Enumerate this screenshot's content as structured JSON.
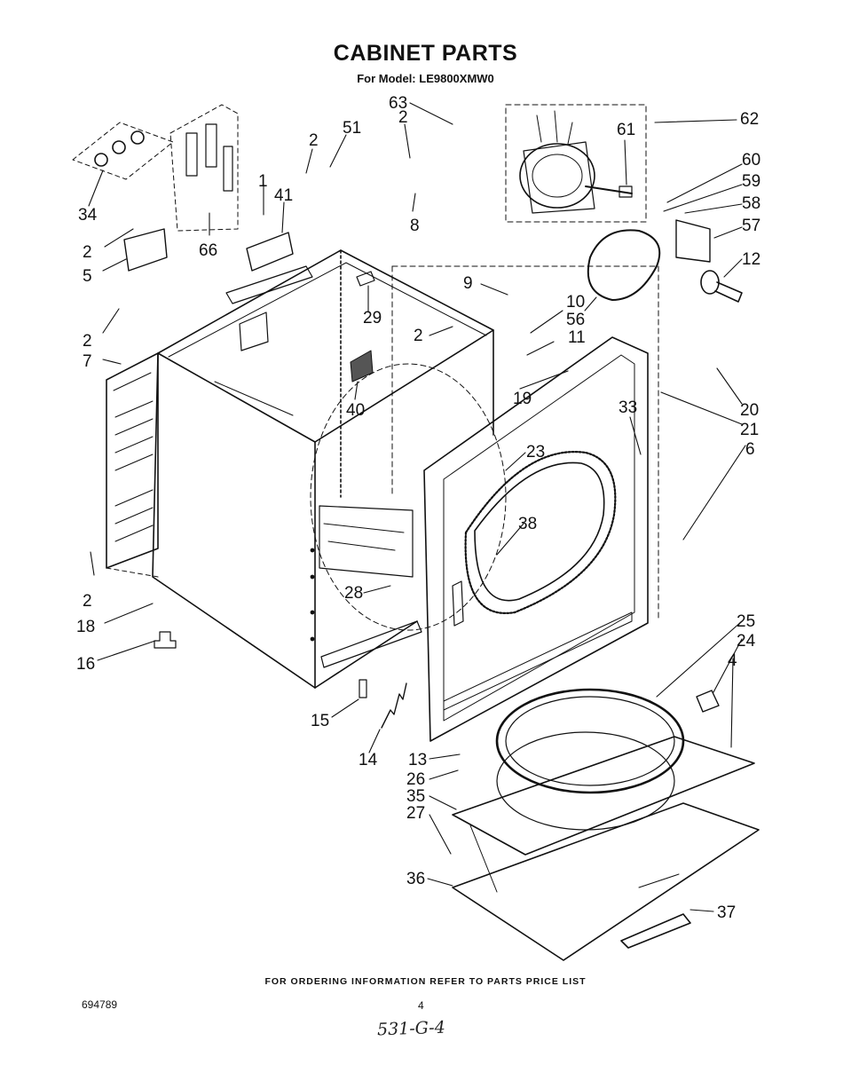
{
  "header": {
    "title": "CABINET PARTS",
    "subtitle": "For Model: LE9800XMW0"
  },
  "footer": {
    "ordering_note": "FOR ORDERING INFORMATION REFER TO PARTS PRICE LIST",
    "document_number": "694789",
    "page_number": "4",
    "handwritten_note": "531-G-4"
  },
  "callouts": [
    {
      "id": "c63",
      "label": "63"
    },
    {
      "id": "c2a",
      "label": "2"
    },
    {
      "id": "c61",
      "label": "61"
    },
    {
      "id": "c62",
      "label": "62"
    },
    {
      "id": "c2b",
      "label": "2"
    },
    {
      "id": "c51",
      "label": "51"
    },
    {
      "id": "c60",
      "label": "60"
    },
    {
      "id": "c59",
      "label": "59"
    },
    {
      "id": "c58",
      "label": "58"
    },
    {
      "id": "c57",
      "label": "57"
    },
    {
      "id": "c34",
      "label": "34"
    },
    {
      "id": "c1",
      "label": "1"
    },
    {
      "id": "c41",
      "label": "41"
    },
    {
      "id": "c8",
      "label": "8"
    },
    {
      "id": "c2c",
      "label": "2"
    },
    {
      "id": "c66",
      "label": "66"
    },
    {
      "id": "c12",
      "label": "12"
    },
    {
      "id": "c5",
      "label": "5"
    },
    {
      "id": "c9",
      "label": "9"
    },
    {
      "id": "c29",
      "label": "29"
    },
    {
      "id": "c10",
      "label": "10"
    },
    {
      "id": "c56",
      "label": "56"
    },
    {
      "id": "c2d",
      "label": "2"
    },
    {
      "id": "c2e",
      "label": "2"
    },
    {
      "id": "c11",
      "label": "11"
    },
    {
      "id": "c7",
      "label": "7"
    },
    {
      "id": "c19",
      "label": "19"
    },
    {
      "id": "c40",
      "label": "40"
    },
    {
      "id": "c20",
      "label": "20"
    },
    {
      "id": "c33",
      "label": "33"
    },
    {
      "id": "c21",
      "label": "21"
    },
    {
      "id": "c6",
      "label": "6"
    },
    {
      "id": "c23",
      "label": "23"
    },
    {
      "id": "c38",
      "label": "38"
    },
    {
      "id": "c2f",
      "label": "2"
    },
    {
      "id": "c28",
      "label": "28"
    },
    {
      "id": "c18",
      "label": "18"
    },
    {
      "id": "c25",
      "label": "25"
    },
    {
      "id": "c24",
      "label": "24"
    },
    {
      "id": "c4",
      "label": "4"
    },
    {
      "id": "c16",
      "label": "16"
    },
    {
      "id": "c15",
      "label": "15"
    },
    {
      "id": "c14",
      "label": "14"
    },
    {
      "id": "c13",
      "label": "13"
    },
    {
      "id": "c26",
      "label": "26"
    },
    {
      "id": "c35",
      "label": "35"
    },
    {
      "id": "c27",
      "label": "27"
    },
    {
      "id": "c36",
      "label": "36"
    },
    {
      "id": "c37",
      "label": "37"
    }
  ]
}
